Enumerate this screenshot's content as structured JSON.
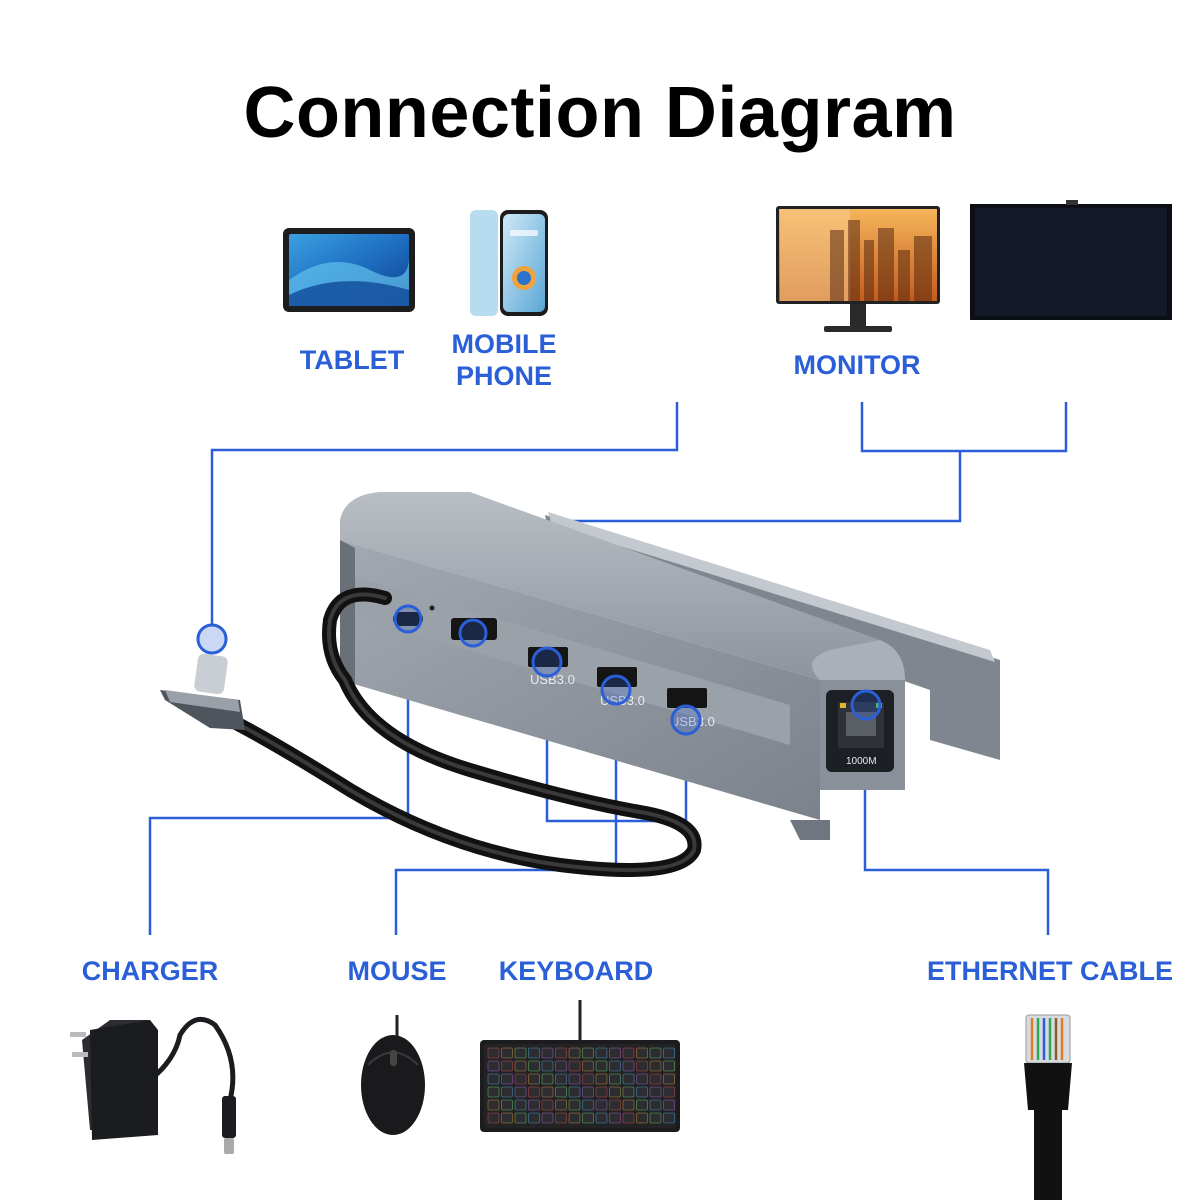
{
  "title": "Connection Diagram",
  "colors": {
    "accent": "#2a5fd8",
    "line": "#2a5fd8",
    "hub": "#8c939c"
  },
  "devices_top": {
    "tablet": "TABLET",
    "mobile_line1": "MOBILE",
    "mobile_line2": "PHONE",
    "monitor": "MONITOR"
  },
  "devices_bottom": {
    "charger": "CHARGER",
    "mouse": "MOUSE",
    "keyboard": "KEYBOARD",
    "ethernet": "ETHERNET CABLE"
  },
  "hub": {
    "port_label_usb1": "USB3.0",
    "port_label_usb2": "USB3.0",
    "port_label_usb3": "USB3.0",
    "port_label_lan": "1000M"
  },
  "icons": [
    "tablet-icon",
    "phone-icon",
    "monitor-icon",
    "display-panel-icon",
    "charger-icon",
    "mouse-icon",
    "keyboard-icon",
    "ethernet-plug-icon",
    "usb-c-plug-icon",
    "docking-hub-icon"
  ]
}
